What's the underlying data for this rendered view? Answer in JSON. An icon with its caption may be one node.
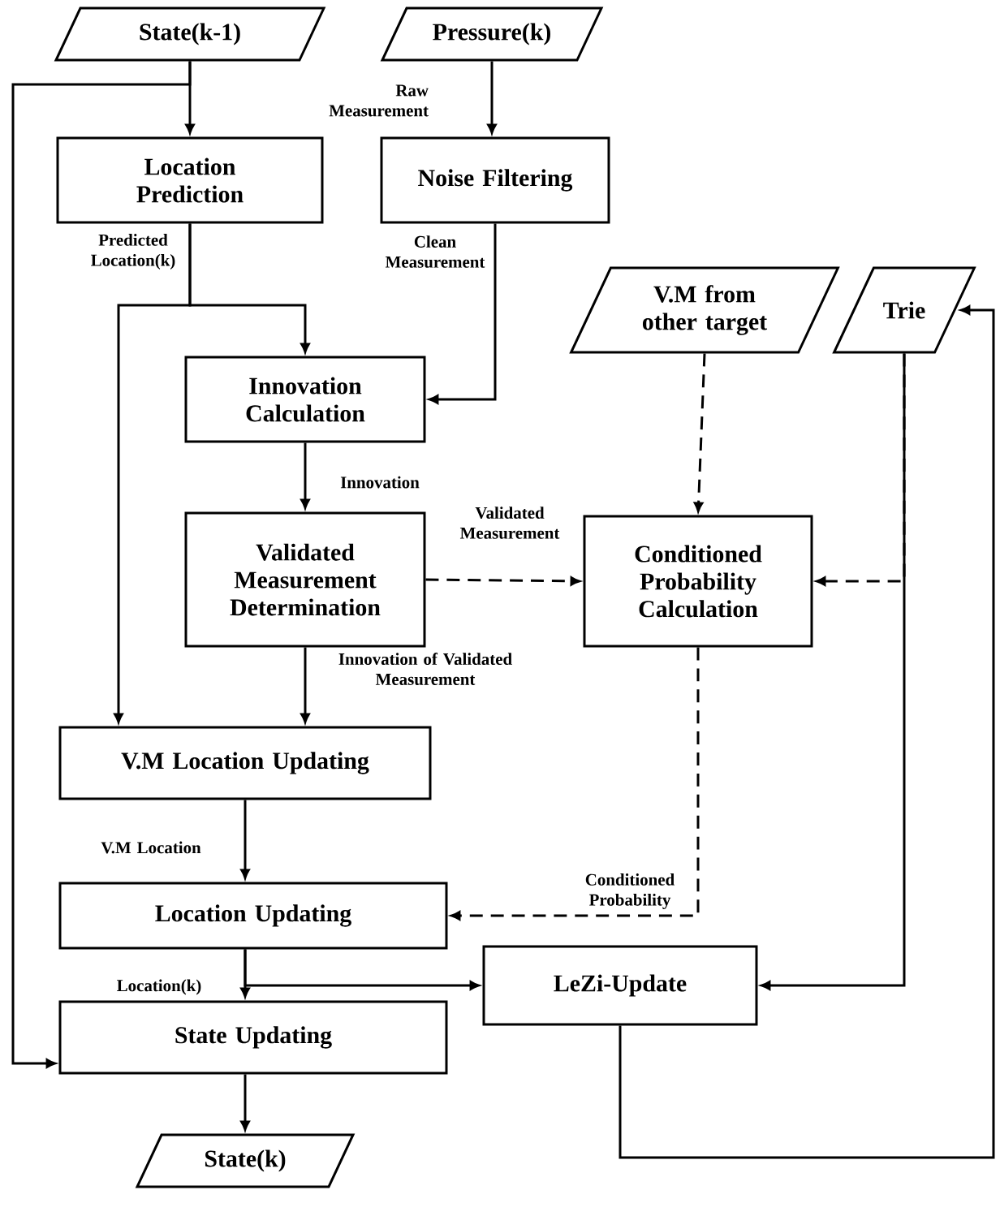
{
  "diagram": {
    "nodes": [
      {
        "text": [
          "State(k-1)"
        ]
      },
      {
        "text": [
          "Pressure(k)"
        ]
      },
      {
        "text": [
          "Location Prediction"
        ]
      },
      {
        "text": [
          "Noise Filtering"
        ]
      },
      {
        "text": [
          "V.M from other target"
        ]
      },
      {
        "text": [
          "Trie"
        ]
      },
      {
        "text": [
          "Innovation Calculation"
        ]
      },
      {
        "text": [
          "Validated Measurement Determination"
        ]
      },
      {
        "text": [
          "Conditioned Probability Calculation"
        ]
      },
      {
        "text": [
          "V.M Location Updating"
        ]
      },
      {
        "text": [
          "Location Updating"
        ]
      },
      {
        "text": [
          "LeZi-Update"
        ]
      },
      {
        "text": [
          "State Updating"
        ]
      },
      {
        "text": [
          "State(k)"
        ]
      }
    ],
    "edges": [
      {
        "from": 0,
        "to": 2,
        "arrow": "to"
      },
      {
        "from": 0,
        "to": 12,
        "arrow": "to"
      },
      {
        "from": 1,
        "to": 3,
        "arrow": "to",
        "label": "Raw Measurement"
      },
      {
        "from": 2,
        "to": 6,
        "arrow": "to",
        "label": "Predicted Location(k)"
      },
      {
        "from": 2,
        "to": 9,
        "arrow": "to"
      },
      {
        "from": 3,
        "to": 6,
        "arrow": "to",
        "label": "Clean Measurement"
      },
      {
        "from": 6,
        "to": 7,
        "arrow": "to",
        "label": "Innovation"
      },
      {
        "from": 7,
        "to": 8,
        "arrow": "to",
        "style": "dashed",
        "label": "Validated Measurement"
      },
      {
        "from": 4,
        "to": 8,
        "arrow": "to",
        "style": "dashed"
      },
      {
        "from": 5,
        "to": 8,
        "arrow": "to",
        "style": "dashed"
      },
      {
        "from": 5,
        "to": 11,
        "arrow": "to"
      },
      {
        "from": 7,
        "to": 9,
        "arrow": "to",
        "label": "Innovation of Validated Measurement"
      },
      {
        "from": 9,
        "to": 10,
        "arrow": "to",
        "label": "V.M Location"
      },
      {
        "from": 8,
        "to": 10,
        "arrow": "to",
        "style": "dashed",
        "label": "Conditioned Probability"
      },
      {
        "from": 10,
        "to": 12,
        "arrow": "to",
        "label": "Location(k)"
      },
      {
        "from": 10,
        "to": 11,
        "arrow": "to"
      },
      {
        "from": 11,
        "to": 5,
        "arrow": "to"
      },
      {
        "from": 12,
        "to": 13,
        "arrow": "to"
      }
    ]
  }
}
